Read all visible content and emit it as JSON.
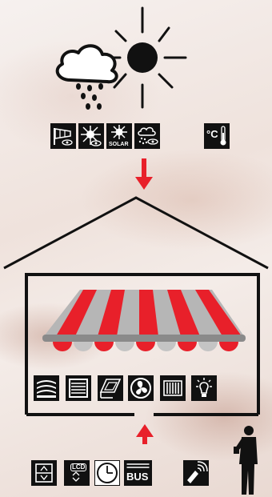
{
  "sensor_tiles": [
    {
      "name": "wind-sensor-tile"
    },
    {
      "name": "sun-sensor-tile"
    },
    {
      "name": "solar-sensor-tile",
      "text": "SOLAR"
    },
    {
      "name": "rain-sensor-tile"
    },
    {
      "name": "temperature-sensor-tile",
      "text": "°C"
    }
  ],
  "device_tiles": [
    {
      "name": "shutter-tile"
    },
    {
      "name": "blind-tile"
    },
    {
      "name": "window-tile"
    },
    {
      "name": "fan-tile"
    },
    {
      "name": "heater-tile"
    },
    {
      "name": "light-tile"
    }
  ],
  "control_tiles": [
    {
      "name": "wall-switch-tile"
    },
    {
      "name": "lcd-control-tile",
      "text": "LCD"
    },
    {
      "name": "timer-tile"
    },
    {
      "name": "bus-tile",
      "text": "BUS"
    },
    {
      "name": "remote-tile"
    }
  ],
  "colors": {
    "awning_red": "#e8202a",
    "awning_grey": "#b0b0b0",
    "arrow_red": "#e8202a",
    "sun": "#111111"
  }
}
